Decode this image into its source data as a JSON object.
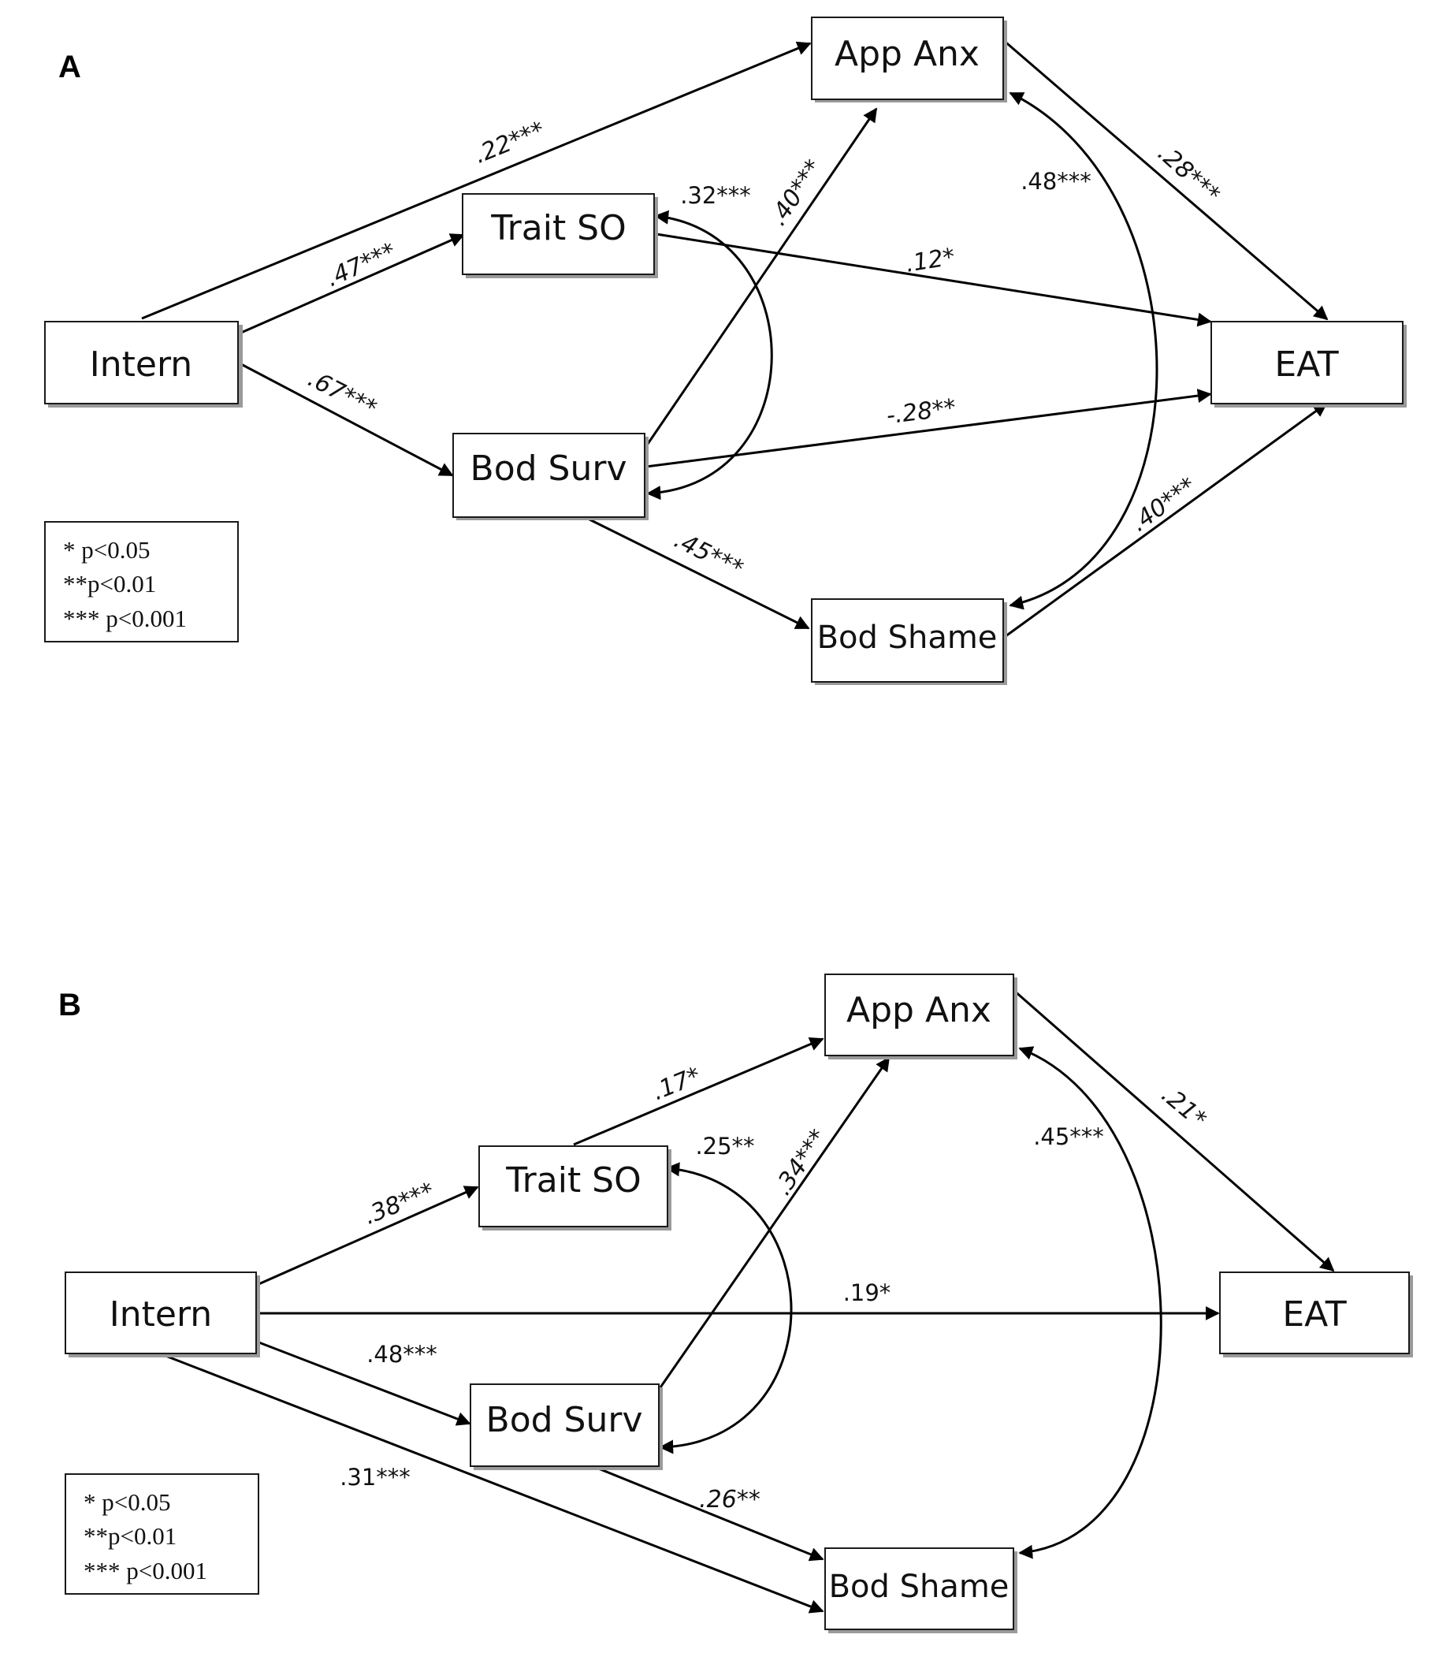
{
  "panels": [
    {
      "letter": "A",
      "nodes": {
        "intern": "Intern",
        "trait_so": "Trait SO",
        "app_anx": "App Anx",
        "bod_surv": "Bod Surv",
        "bod_shame": "Bod Shame",
        "eat": "EAT"
      },
      "paths": {
        "intern_appanx": ".22***",
        "intern_traitso": ".47***",
        "intern_bodsurv": ".67***",
        "traitso_eat": ".12*",
        "bodsurv_appanx": ".40***",
        "bodsurv_eat": "-.28**",
        "bodsurv_bodshame": ".45***",
        "appanx_eat": ".28***",
        "bodshame_eat": ".40***",
        "cov_traitso_bodsurv": ".32***",
        "cov_appanx_bodshame": ".48***"
      },
      "legend": [
        "* p<0.05",
        "**p<0.01",
        "*** p<0.001"
      ]
    },
    {
      "letter": "B",
      "nodes": {
        "intern": "Intern",
        "trait_so": "Trait SO",
        "app_anx": "App Anx",
        "bod_surv": "Bod Surv",
        "bod_shame": "Bod Shame",
        "eat": "EAT"
      },
      "paths": {
        "traitso_appanx": ".17*",
        "intern_traitso": ".38***",
        "intern_eat": ".19*",
        "intern_bodsurv": ".48***",
        "intern_bodshame": ".31***",
        "bodsurv_appanx": ".34***",
        "bodsurv_bodshame": ".26**",
        "appanx_eat": ".21*",
        "cov_traitso_bodsurv": ".25**",
        "cov_appanx_bodshame": ".45***"
      },
      "legend": [
        "* p<0.05",
        "**p<0.01",
        "*** p<0.001"
      ]
    }
  ]
}
